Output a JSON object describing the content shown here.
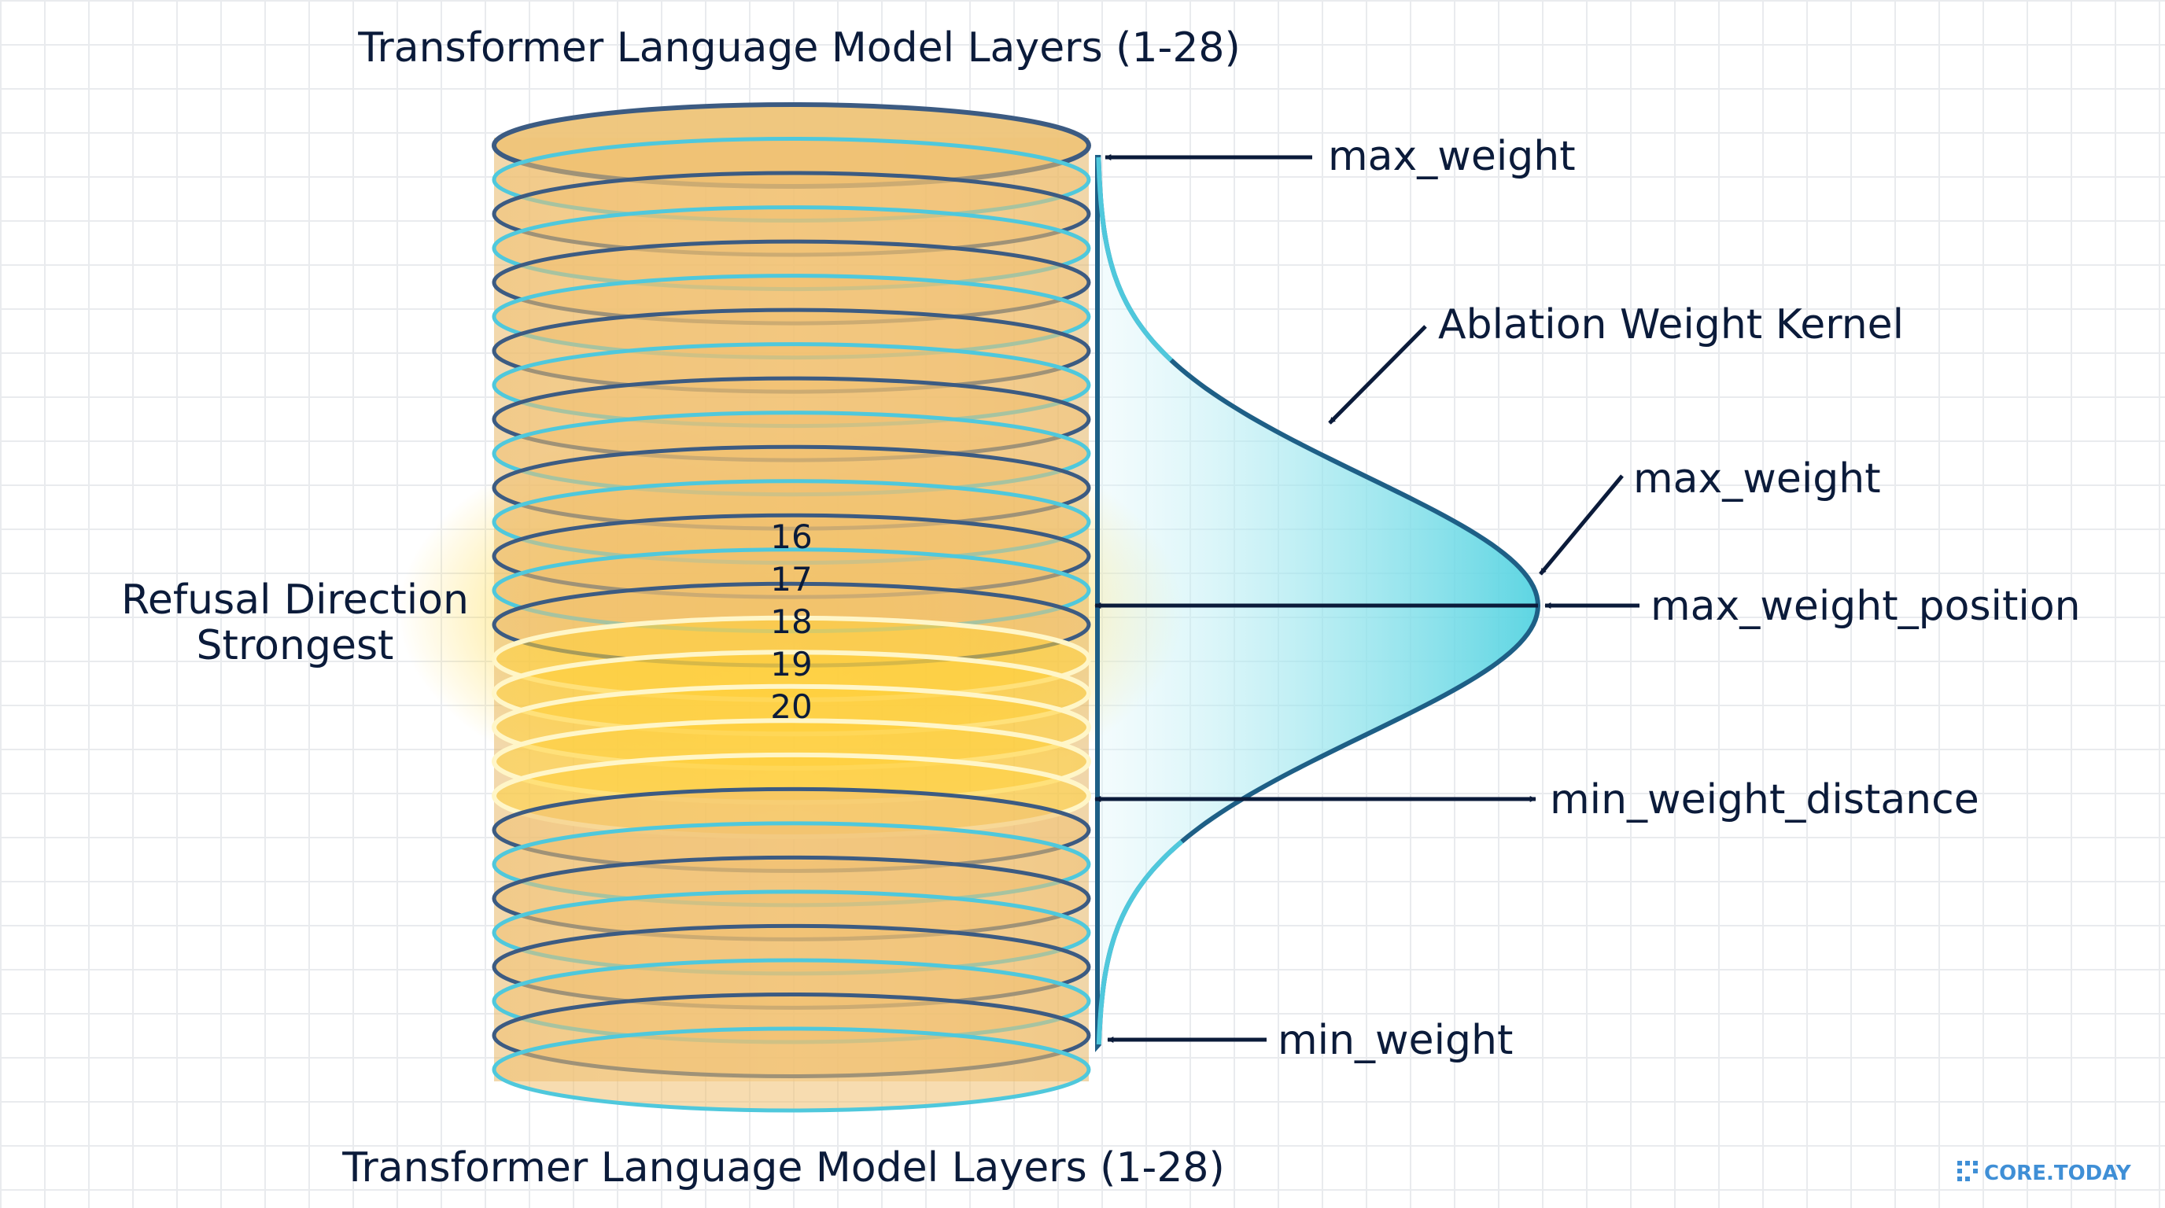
{
  "diagram": {
    "title_top": "Transformer Language Model Layers (1-28)",
    "title_bottom": "Transformer Language Model Layers (1-28)",
    "refusal_line1": "Refusal Direction",
    "refusal_line2": "Strongest",
    "highlighted_layers": [
      "16",
      "17",
      "18",
      "19",
      "20"
    ],
    "labels": {
      "max_weight_top": "max_weight",
      "kernel": "Ablation Weight Kernel",
      "max_weight_peak": "max_weight",
      "max_weight_position": "max_weight_position",
      "min_weight_distance": "min_weight_distance",
      "min_weight": "min_weight"
    },
    "watermark": "CORE.TODAY"
  },
  "colors": {
    "navy": "#0b1b3a",
    "disc_fill": "#f0c070",
    "disc_edge_navy": "#3c5b82",
    "disc_edge_cyan": "#4fc8dc",
    "glow_yellow": "#ffd11a",
    "kernel_fill": "#6fdbe6",
    "kernel_stroke": "#1e5f86",
    "watermark": "#3f8fd6"
  }
}
